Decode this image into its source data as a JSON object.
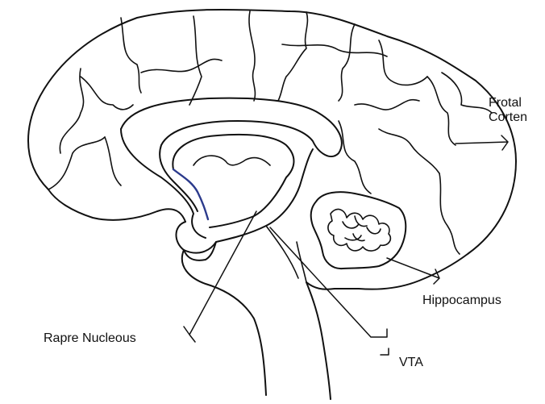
{
  "labels": {
    "frontal_line1": "Frotal",
    "frontal_line2": "Corten",
    "hippocampus": "Hippocampus",
    "raphe": "Rapre Nucleous",
    "vta": "VTA"
  },
  "colors": {
    "ink": "#111111",
    "accent_pathway": "#2b3a8c",
    "background": "#ffffff"
  }
}
